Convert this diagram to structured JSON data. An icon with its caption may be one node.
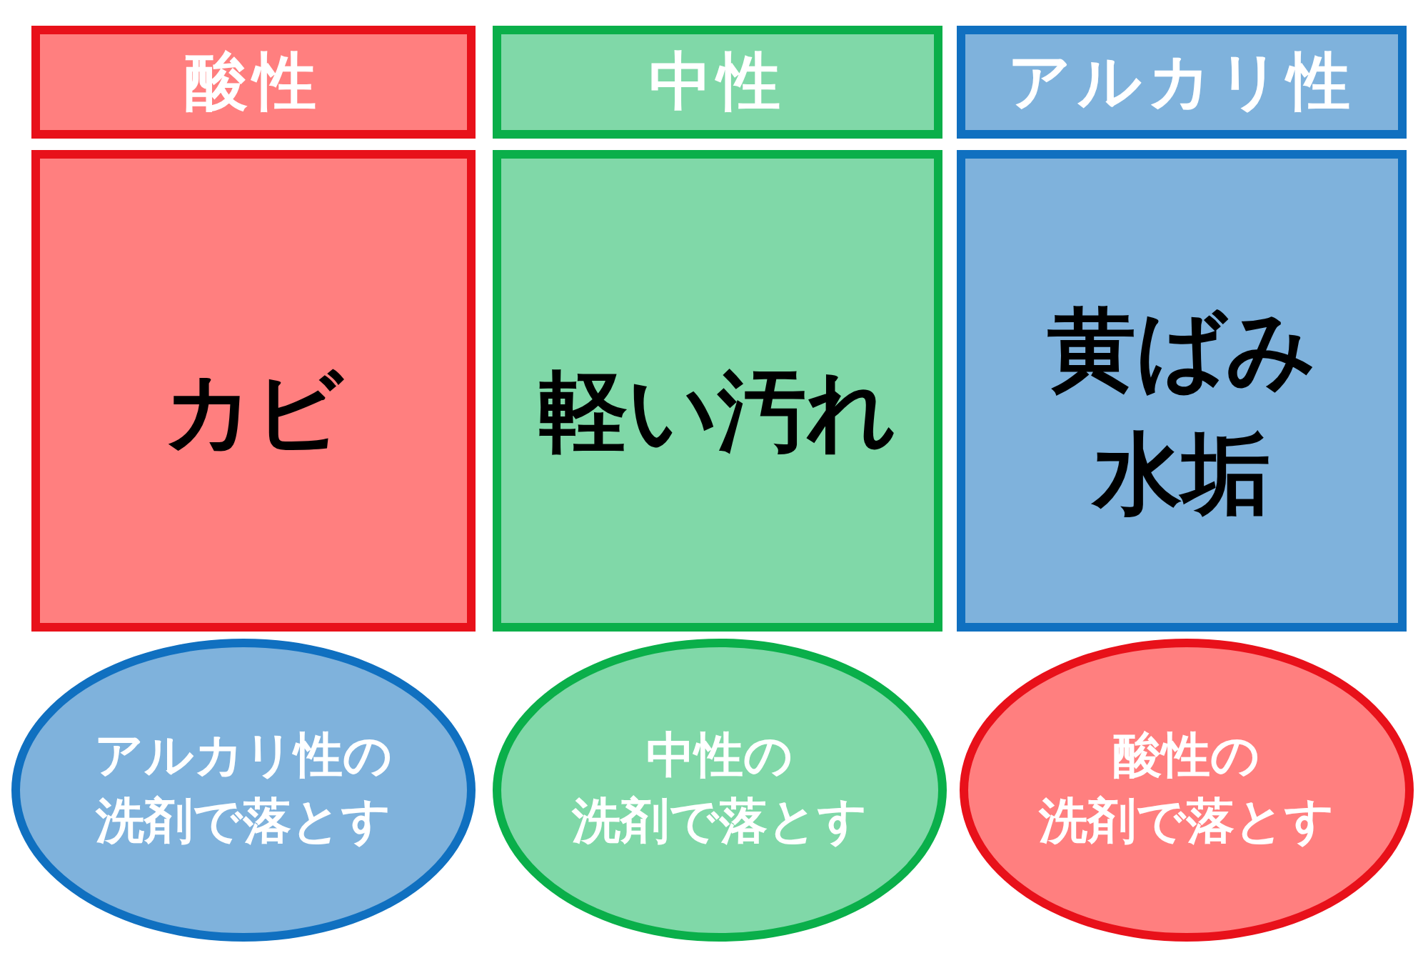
{
  "diagram": {
    "nodes": [
      {
        "text": [
          "酸性"
        ]
      },
      {
        "text": [
          "中性"
        ]
      },
      {
        "text": [
          "アルカリ性"
        ]
      },
      {
        "text": [
          "カビ"
        ]
      },
      {
        "text": [
          "軽い汚れ"
        ]
      },
      {
        "text": [
          "黄ばみ",
          "水垢"
        ]
      },
      {
        "text": [
          "アルカリ性の洗剤で落とす"
        ]
      },
      {
        "text": [
          "中性の洗剤で落とす"
        ]
      },
      {
        "text": [
          "酸性の洗剤で落とす"
        ]
      }
    ],
    "edges": []
  }
}
